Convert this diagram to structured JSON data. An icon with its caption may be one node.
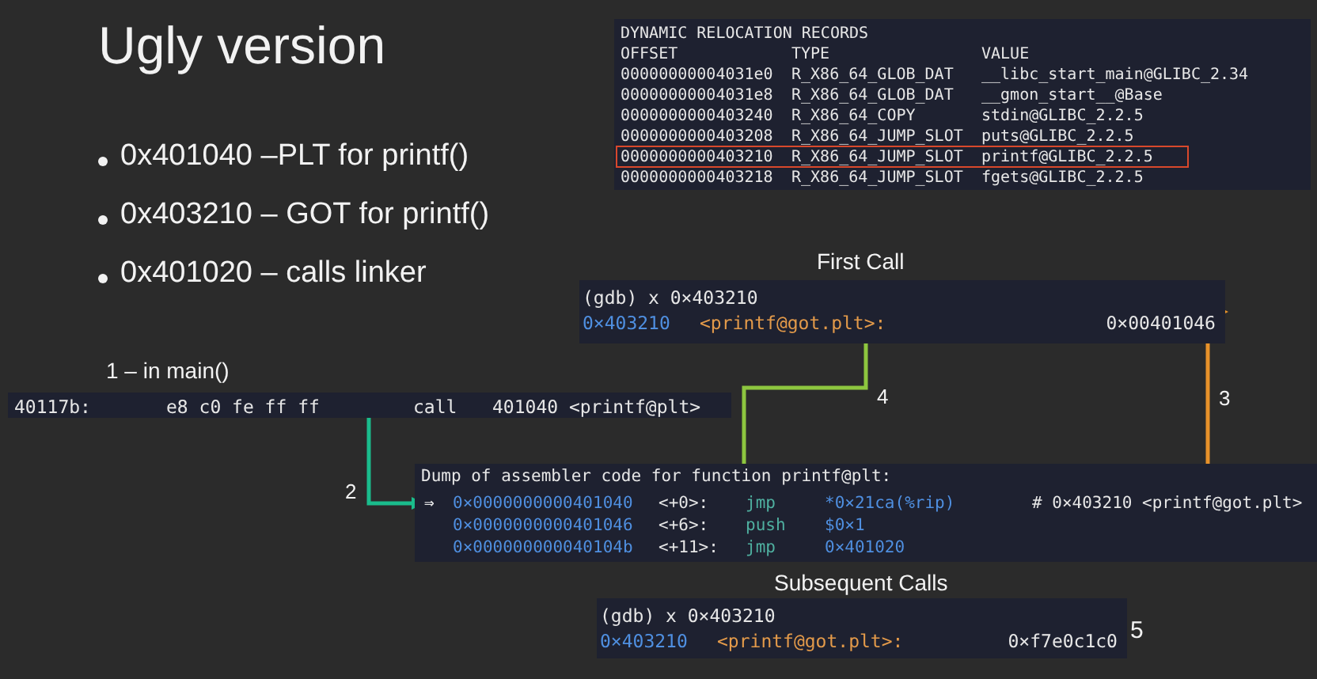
{
  "diagram": {
    "title": "Ugly version",
    "nodes": [
      {
        "text": [
          "1 – in main()",
          "40117b:",
          "e8 c0 fe ff ff",
          "call",
          "401040 <printf@plt>"
        ]
      },
      {
        "text": [
          "First Call",
          "(gdb) x 0×403210",
          "0×403210",
          "<printf@got.plt>:",
          "0×00401046"
        ]
      },
      {
        "text": [
          "Dump of assembler code for function printf@plt:"
        ]
      },
      {
        "text": [
          "⇒",
          "0×0000000000401040",
          "<+0>:",
          "jmp",
          "*0×21ca(%rip)",
          "# 0×403210 <printf@got.plt>"
        ],
        "in": 2
      },
      {
        "text": [
          "0×0000000000401046",
          "<+6>:",
          "push",
          "$0×1"
        ],
        "in": 2
      },
      {
        "text": [
          "0×000000000040104b",
          "<+11>:",
          "jmp",
          "0×401020"
        ],
        "in": 2
      },
      {
        "text": [
          "Subsequent Calls",
          "(gdb) x 0×403210",
          "0×403210",
          "<printf@got.plt>:",
          "0×f7e0c1c0"
        ],
        "beside": [
          "5"
        ]
      }
    ],
    "edges": [
      {
        "from": 0,
        "to": 3,
        "arrow": "to",
        "label": "2",
        "color": "#1abc8c"
      },
      {
        "from": 3,
        "to": 1,
        "arrow": "to",
        "label": "3",
        "color": "#e8922a"
      },
      {
        "from": 1,
        "to": 4,
        "arrow": "to",
        "label": "4",
        "color": "#8dc63f"
      }
    ],
    "labels": [
      "0x401040 –PLT for printf()",
      "0x403210 – GOT for printf()",
      "0x401020 – calls linker",
      "DYNAMIC RELOCATION RECORDS",
      "OFFSET",
      "TYPE",
      "VALUE",
      "00000000004031e0",
      "R_X86_64_GLOB_DAT",
      "__libc_start_main@GLIBC_2.34",
      "00000000004031e8",
      "R_X86_64_GLOB_DAT",
      "__gmon_start__@Base",
      "0000000000403240",
      "R_X86_64_COPY",
      "stdin@GLIBC_2.2.5",
      "0000000000403208",
      "R_X86_64_JUMP_SLOT",
      "puts@GLIBC_2.2.5",
      "0000000000403210",
      "R_X86_64_JUMP_SLOT",
      "printf@GLIBC_2.2.5",
      "0000000000403218",
      "R_X86_64_JUMP_SLOT",
      "fgets@GLIBC_2.2.5"
    ]
  }
}
